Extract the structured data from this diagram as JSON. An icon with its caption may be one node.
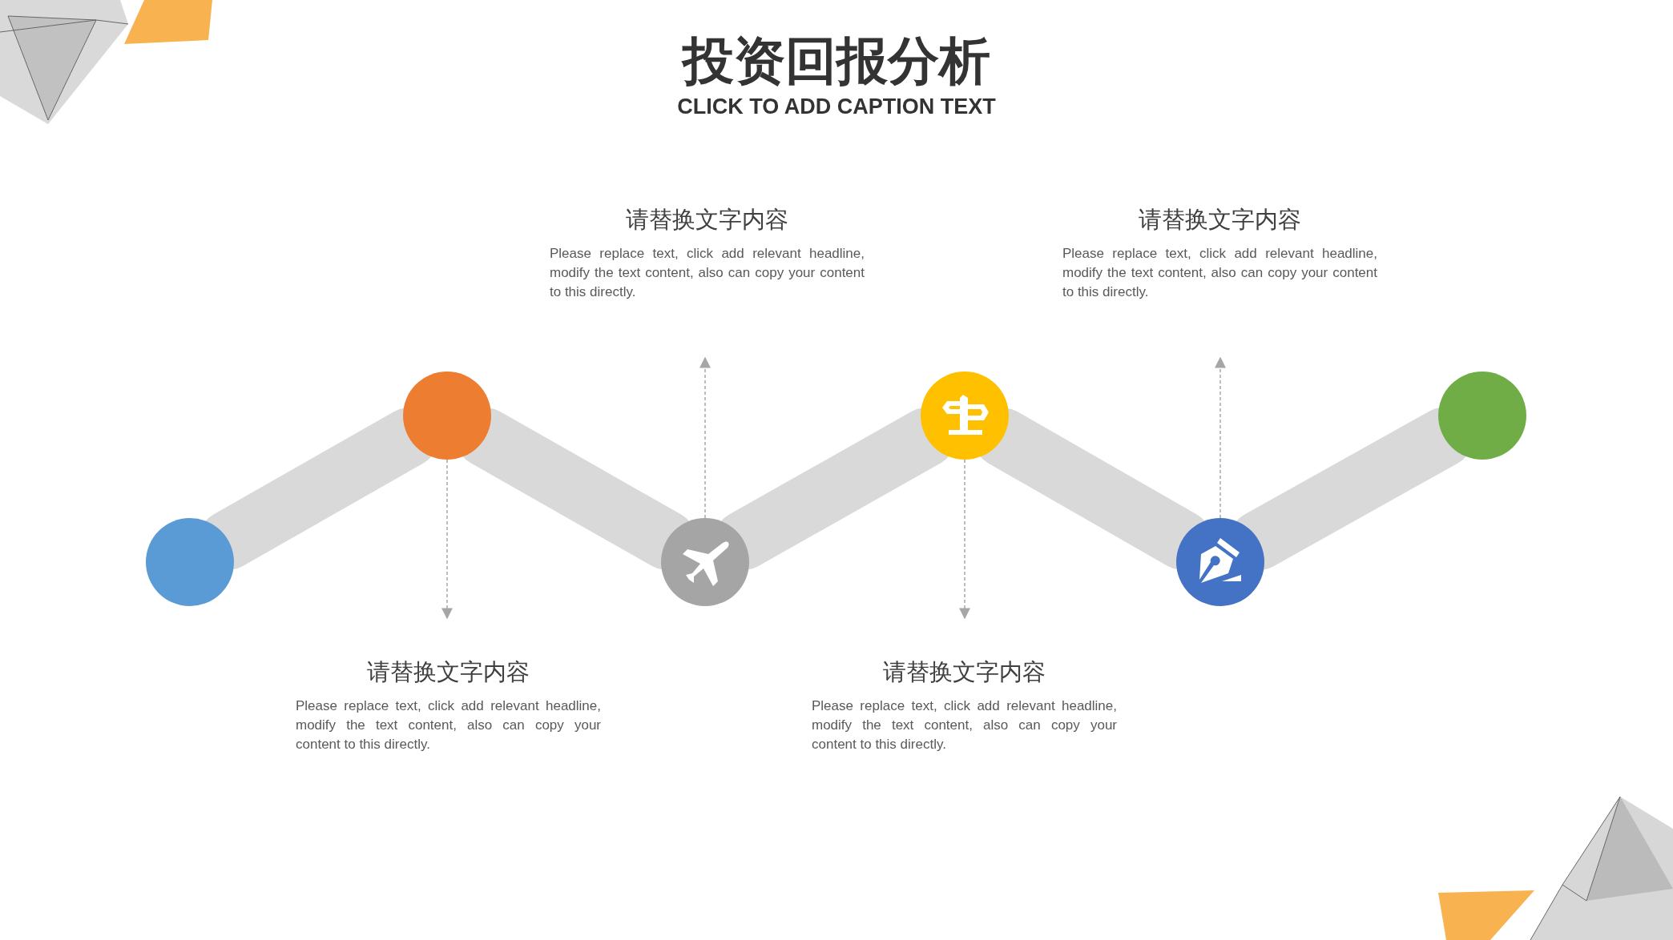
{
  "diagram": {
    "title": "投资回报分析",
    "caption": "CLICK TO ADD CAPTION TEXT",
    "nodes": [
      {
        "text": [
          "请替换文字内容",
          "Please replace text, click add relevant headline, modify the text content, also can copy your content to this directly."
        ]
      },
      {
        "text": [
          "请替换文字内容",
          "Please replace text, click add relevant headline, modify the text content, also can copy your content to this directly."
        ]
      },
      {
        "text": [],
        "shape": "circle"
      },
      {
        "text": [],
        "shape": "circle"
      },
      {
        "text": [],
        "shape": "circle"
      },
      {
        "text": [],
        "shape": "circle"
      },
      {
        "text": [],
        "shape": "circle"
      },
      {
        "text": [],
        "shape": "circle"
      },
      {
        "text": [
          "请替换文字内容",
          "Please replace text, click add relevant headline, modify the text content, also can copy your content to this directly."
        ]
      },
      {
        "text": [
          "请替换文字内容",
          "Please replace text, click add relevant headline, modify the text content, also can copy your content to this directly."
        ]
      }
    ],
    "edges": [
      {
        "from": 2,
        "to": 3,
        "arrow": "none"
      },
      {
        "from": 3,
        "to": 4,
        "arrow": "none"
      },
      {
        "from": 4,
        "to": 5,
        "arrow": "none"
      },
      {
        "from": 5,
        "to": 6,
        "arrow": "none"
      },
      {
        "from": 6,
        "to": 7,
        "arrow": "none"
      },
      {
        "from": 3,
        "to": 8,
        "arrow": "to",
        "style": "dashed",
        "color": "#a6a6a6"
      },
      {
        "from": 4,
        "to": 0,
        "arrow": "to",
        "style": "dashed",
        "color": "#a6a6a6"
      },
      {
        "from": 5,
        "to": 9,
        "arrow": "to",
        "style": "dashed",
        "color": "#a6a6a6"
      },
      {
        "from": 6,
        "to": 1,
        "arrow": "to",
        "style": "dashed",
        "color": "#a6a6a6"
      }
    ]
  }
}
